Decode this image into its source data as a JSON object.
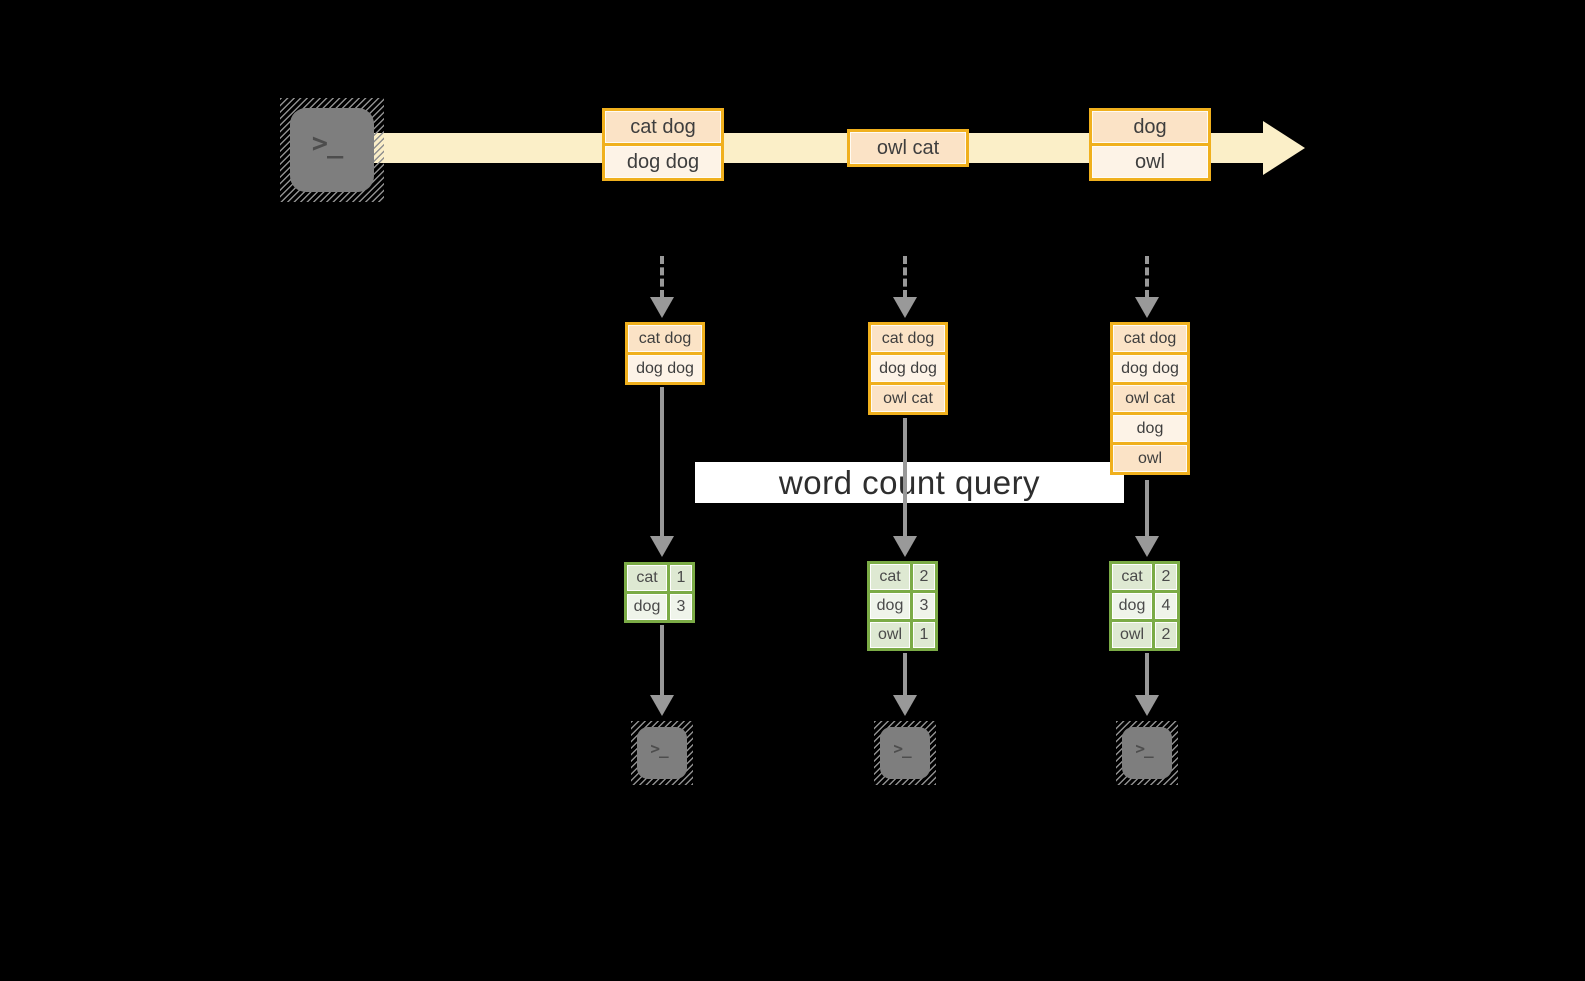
{
  "query_band": {
    "label": "word count query"
  },
  "icons": {
    "terminal_prompt": ">_",
    "timeline_arrowhead": "right-arrow",
    "flow_arrows": "down-arrow"
  },
  "colors": {
    "background": "#000000",
    "timeline_band": "#FBEFC8",
    "gold_border": "#F0B01D",
    "peach_dark": "#FBE3C6",
    "peach_light": "#FDF3E7",
    "green_border": "#7BAB46",
    "sage_dark": "#DEE9D2",
    "sage_light": "#EFF4EA",
    "arrow_gray": "#999999",
    "terminal_gray": "#7E7E7E"
  },
  "timeline": {
    "events": [
      {
        "cells": [
          "cat dog",
          "dog dog"
        ]
      },
      {
        "cells": [
          "owl cat"
        ]
      },
      {
        "cells": [
          "dog",
          "owl"
        ]
      }
    ]
  },
  "columns": [
    {
      "state_cells": [
        "cat dog",
        "dog dog"
      ],
      "count_table": {
        "rows": [
          [
            "cat",
            "1"
          ],
          [
            "dog",
            "3"
          ]
        ]
      }
    },
    {
      "state_cells": [
        "cat dog",
        "dog dog",
        "owl cat"
      ],
      "count_table": {
        "rows": [
          [
            "cat",
            "2"
          ],
          [
            "dog",
            "3"
          ],
          [
            "owl",
            "1"
          ]
        ]
      }
    },
    {
      "state_cells": [
        "cat dog",
        "dog dog",
        "owl cat",
        "dog",
        "owl"
      ],
      "count_table": {
        "rows": [
          [
            "cat",
            "2"
          ],
          [
            "dog",
            "4"
          ],
          [
            "owl",
            "2"
          ]
        ]
      }
    }
  ]
}
